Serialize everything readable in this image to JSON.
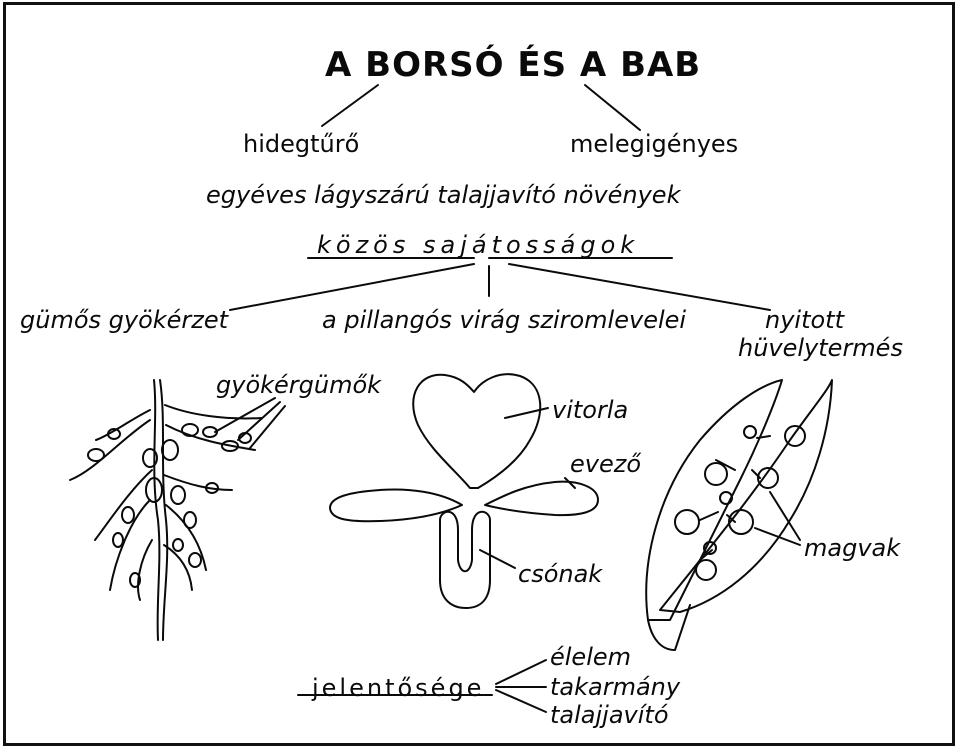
{
  "title": "A BORSÓ ÉS A BAB",
  "branches": {
    "left": "hidegtűrő",
    "right": "melegigényes"
  },
  "subtitle": "egyéves lágyszárú talajjavító növények",
  "common_heading": "közös sajátosságok",
  "features": {
    "roots": "gümős gyökérzet",
    "flower": "a pillangós virág sziromlevelei",
    "pod_line1": "nyitott",
    "pod_line2": "hüvelytermés"
  },
  "labels": {
    "root_nodules": "gyökérgümők",
    "standard_petal": "vitorla",
    "wing_petal": "evező",
    "keel_petal": "csónak",
    "seeds": "magvak"
  },
  "significance": {
    "heading": "jelentősége",
    "items": [
      "élelem",
      "takarmány",
      "talajjavító"
    ]
  },
  "colors": {
    "ink": "#0a0a0a",
    "paper": "#ffffff"
  }
}
